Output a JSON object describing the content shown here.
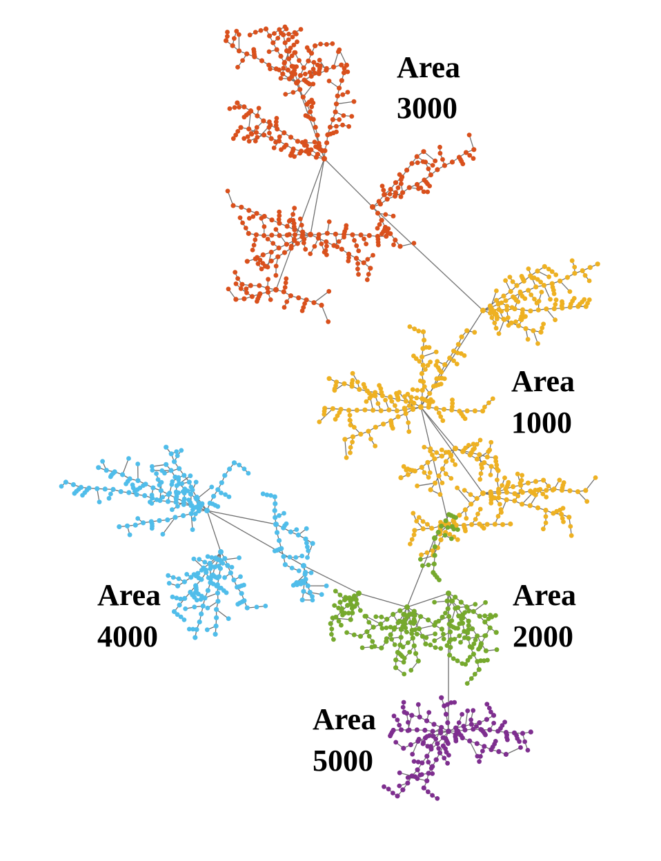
{
  "areas": [
    {
      "id": "area-3000",
      "line1": "Area",
      "line2": "3000",
      "color": "#d9501c"
    },
    {
      "id": "area-1000",
      "line1": "Area",
      "line2": "1000",
      "color": "#eeb122"
    },
    {
      "id": "area-4000",
      "line1": "Area",
      "line2": "4000",
      "color": "#50bdea"
    },
    {
      "id": "area-2000",
      "line1": "Area",
      "line2": "2000",
      "color": "#76a92d"
    },
    {
      "id": "area-5000",
      "line1": "Area",
      "line2": "5000",
      "color": "#7e2e8f"
    }
  ],
  "edge_color": "#6e6e6e"
}
